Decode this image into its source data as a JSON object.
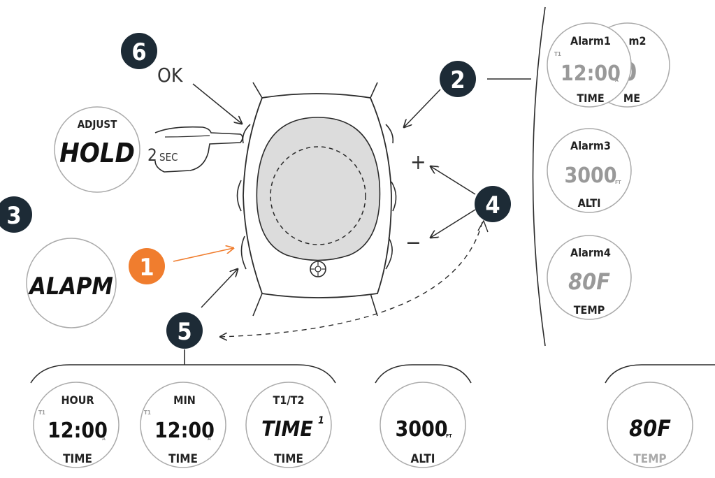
{
  "steps": {
    "s1": "1",
    "s2": "2",
    "s3": "3",
    "s4": "4",
    "s5": "5",
    "s6": "6"
  },
  "colors": {
    "dark": "#1d2b36",
    "accent": "#f07d2e",
    "line": "#2b2b2b",
    "dial": "#c8cacc",
    "face": "#dcdcdc",
    "grey": "#9a9a9a"
  },
  "ok_label": "OK",
  "plus_label": "+",
  "minus_label": "−",
  "adjust": {
    "title": "ADJUST",
    "value": "HOLD"
  },
  "two_sec": {
    "num": "2",
    "unit": "SEC"
  },
  "alarm_display": {
    "value": "ALAPM"
  },
  "alarms": [
    {
      "title": "Alarm1",
      "value": "12:00",
      "sub": "A",
      "label": "TIME",
      "t1": "T1"
    },
    {
      "title": "m2",
      "value": "0",
      "sub": "A",
      "label": "ME"
    },
    {
      "title": "Alarm3",
      "value": "3000",
      "sub": "FT",
      "label": "ALTI"
    },
    {
      "title": "Alarm4",
      "value": "80F",
      "label": "TEMP"
    }
  ],
  "settings": [
    {
      "title": "HOUR",
      "value": "12:00",
      "sub": "A",
      "label": "TIME",
      "t1": "T1"
    },
    {
      "title": "MIN",
      "value": "12:00",
      "sub": "A",
      "label": "TIME",
      "t1": "T1"
    },
    {
      "title": "T1/T2",
      "value": "TIME",
      "mark": "1",
      "label": "TIME"
    },
    {
      "title": "",
      "value": "3000",
      "sub": "FT",
      "label": "ALTI"
    },
    {
      "title": "",
      "value": "80F",
      "label": "TEMP"
    }
  ]
}
